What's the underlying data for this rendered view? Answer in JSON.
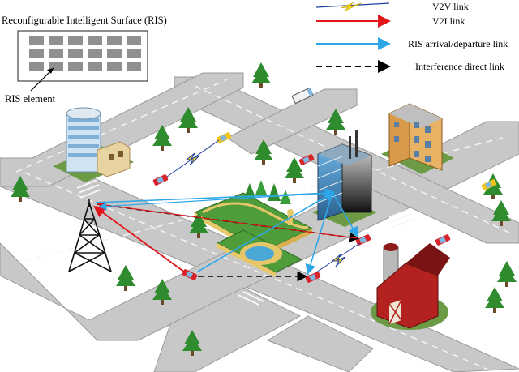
{
  "ris_panel": {
    "title": "Reconfigurable Intelligent Surface (RIS)",
    "element_label": "RIS element"
  },
  "legend": {
    "items": [
      {
        "label": "V2V link",
        "style": "lightning",
        "color": "#f2d21b",
        "line_color": "#1f3fa0"
      },
      {
        "label": "V2I link",
        "style": "solid-arrow",
        "color": "#e0161a"
      },
      {
        "label": "RIS arrival/departure link",
        "style": "solid-arrow",
        "color": "#2ea7e8"
      },
      {
        "label": "Interference direct link",
        "style": "dashed-arrow",
        "color": "#000000"
      }
    ]
  },
  "colors": {
    "road": "#c8c8c8",
    "road_edge": "#9a9a9a",
    "lane_mark": "#f2f2f2",
    "grass": "#4f9c3a",
    "tree": "#2e8b2e",
    "car": "#d8232a",
    "taxi": "#f0c419"
  },
  "icons": [
    "ris-panel-icon",
    "base-station-tower-icon",
    "office-building-icon",
    "apartment-building-icon",
    "skyscraper-ris-icon",
    "barn-icon",
    "park-icon",
    "car-icon",
    "tree-icon"
  ]
}
